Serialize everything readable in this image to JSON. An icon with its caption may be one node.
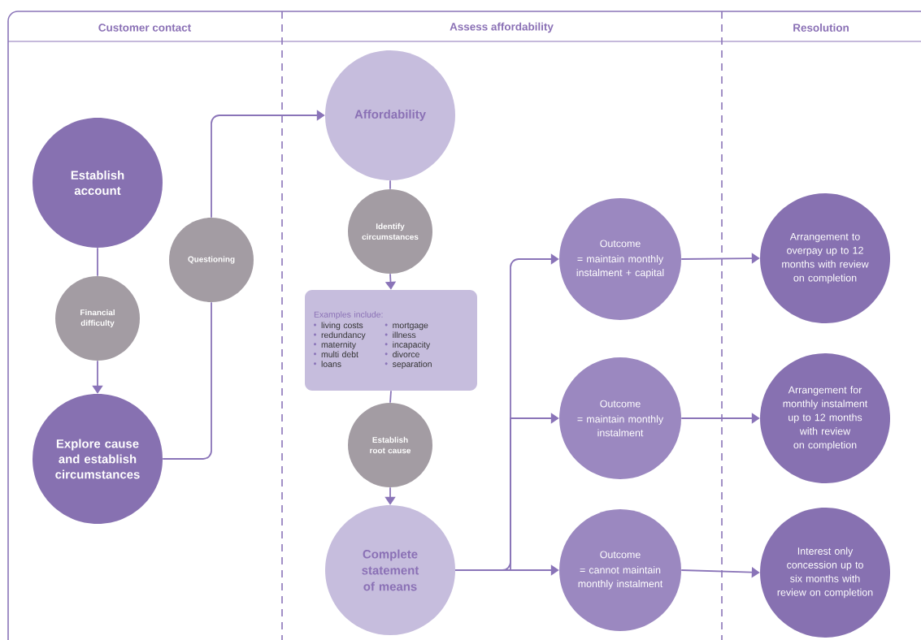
{
  "diagram": {
    "nodes": [
      {
        "text": [
          "Establish account"
        ]
      },
      {
        "text": [
          "Financial difficulty"
        ]
      },
      {
        "text": [
          "Explore cause and establish circumstances"
        ]
      },
      {
        "text": [
          "Questioning"
        ]
      },
      {
        "text": [
          "Affordability"
        ]
      },
      {
        "text": [
          "Identify circumstances"
        ]
      },
      {
        "text": [
          "Examples include:",
          "living costs",
          "redundancy",
          "maternity",
          "multi debt",
          "loans",
          "mortgage",
          "illness",
          "incapacity",
          "divorce",
          "separation"
        ]
      },
      {
        "text": [
          "Establish root cause"
        ]
      },
      {
        "text": [
          "Complete statement of means"
        ]
      },
      {
        "text": [
          "Outcome",
          "= maintain monthly instalment + capital"
        ]
      },
      {
        "text": [
          "Outcome",
          "= maintain monthly instalment"
        ]
      },
      {
        "text": [
          "Outcome",
          "= cannot maintain monthly instalment"
        ]
      },
      {
        "text": [
          "Arrangement to overpay up to 12 months with review on completion"
        ]
      },
      {
        "text": [
          "Arrangement for monthly instalment up to 12 months with review on completion"
        ]
      },
      {
        "text": [
          "Interest only concession up to six months with review on completion"
        ]
      }
    ],
    "edges": [
      {
        "from": 0,
        "to": 1,
        "arrow": "none"
      },
      {
        "from": 1,
        "to": 2,
        "arrow": "to"
      },
      {
        "from": 2,
        "to": 3,
        "arrow": "none"
      },
      {
        "from": 3,
        "to": 4,
        "arrow": "to"
      },
      {
        "from": 4,
        "to": 5,
        "arrow": "none"
      },
      {
        "from": 5,
        "to": 6,
        "arrow": "to"
      },
      {
        "from": 6,
        "to": 7,
        "arrow": "none"
      },
      {
        "from": 7,
        "to": 8,
        "arrow": "to"
      },
      {
        "from": 8,
        "to": 9,
        "arrow": "to"
      },
      {
        "from": 8,
        "to": 10,
        "arrow": "to"
      },
      {
        "from": 8,
        "to": 11,
        "arrow": "to"
      },
      {
        "from": 9,
        "to": 12,
        "arrow": "to"
      },
      {
        "from": 10,
        "to": 13,
        "arrow": "to"
      },
      {
        "from": 11,
        "to": 14,
        "arrow": "to"
      }
    ],
    "labels": [
      "Customer contact",
      "Assess affordability",
      "Resolution"
    ]
  }
}
